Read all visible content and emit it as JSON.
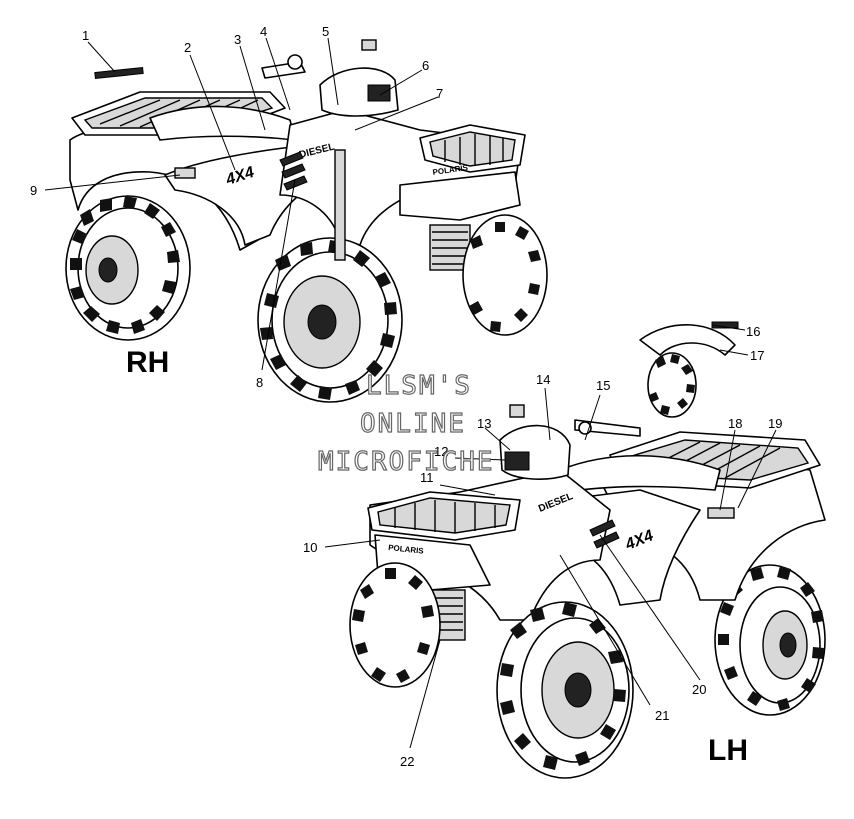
{
  "diagram": {
    "views": [
      {
        "id": "rh",
        "label": "RH"
      },
      {
        "id": "lh",
        "label": "LH"
      }
    ],
    "decal_text": {
      "model_badge": "4X4",
      "brand": "POLARIS",
      "fuel": "DIESEL"
    },
    "watermark": [
      "LLSM'S",
      "ONLINE",
      "MICROFICHE"
    ],
    "callouts": [
      "1",
      "2",
      "3",
      "4",
      "5",
      "6",
      "7",
      "8",
      "9",
      "10",
      "11",
      "12",
      "13",
      "14",
      "15",
      "16",
      "17",
      "18",
      "19",
      "20",
      "21",
      "22"
    ]
  }
}
